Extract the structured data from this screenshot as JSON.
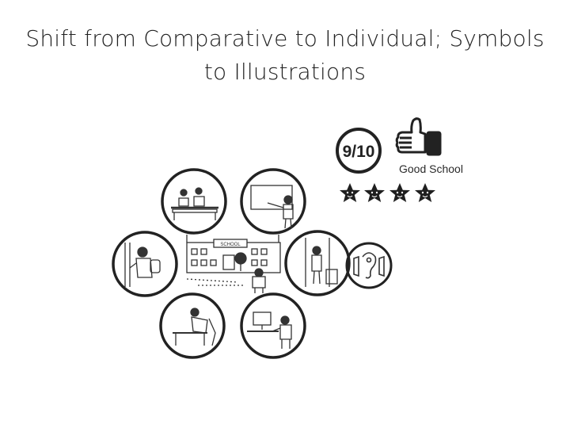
{
  "slide": {
    "title_line1": "Shift from Comparative to Individual; Symbols",
    "title_line2": "to Illustrations"
  },
  "rating": {
    "score": "9/10",
    "label": "Good School",
    "stars": 4,
    "icon": "thumbs-up-icon"
  },
  "illustration": {
    "school_sign": "SCHOOL"
  }
}
